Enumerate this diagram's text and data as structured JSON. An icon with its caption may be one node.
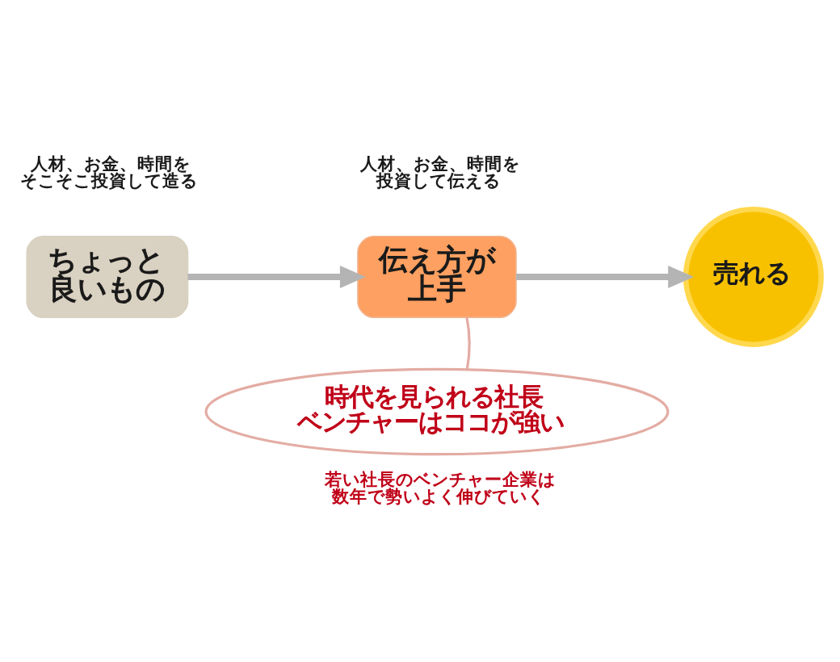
{
  "diagram": {
    "nodes": [
      {
        "text": [
          "ちょっと良いもの"
        ],
        "beside": [
          "人材、お金、時間をそこそこ投資して造る"
        ]
      },
      {
        "text": [
          "伝え方が上手"
        ],
        "beside": [
          "人材、お金、時間を投資して伝える"
        ]
      },
      {
        "text": [
          "売れる"
        ]
      },
      {
        "text": [
          "時代を見られる社長ベンチャーはココが強い"
        ]
      }
    ],
    "edges": [
      {
        "from": 0,
        "to": 1,
        "arrow": "to"
      },
      {
        "from": 1,
        "to": 2,
        "arrow": "to"
      },
      {
        "from": 3,
        "to": 1,
        "arrow": "none",
        "color": "#e3aca3"
      }
    ],
    "labels": [
      "若い社長のベンチャー企業は数年で勢いよく伸びていく"
    ]
  }
}
